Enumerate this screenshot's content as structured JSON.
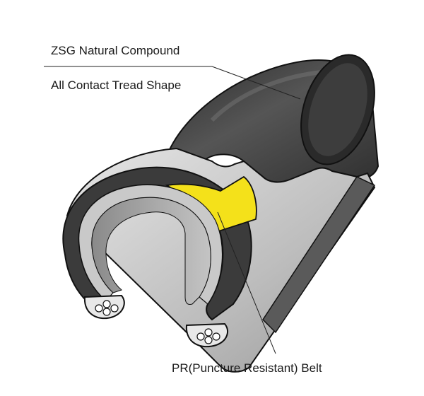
{
  "labels": {
    "compound": "ZSG Natural Compound",
    "tread": "All Contact Tread Shape",
    "belt": "PR(Puncture Resistant) Belt"
  },
  "colors": {
    "tread_dark": "#3a3a3a",
    "casing_grey": "#bdbdbd",
    "inner_light": "#cfcfcf",
    "belt_yellow": "#f4e11a",
    "outline": "#111111"
  }
}
